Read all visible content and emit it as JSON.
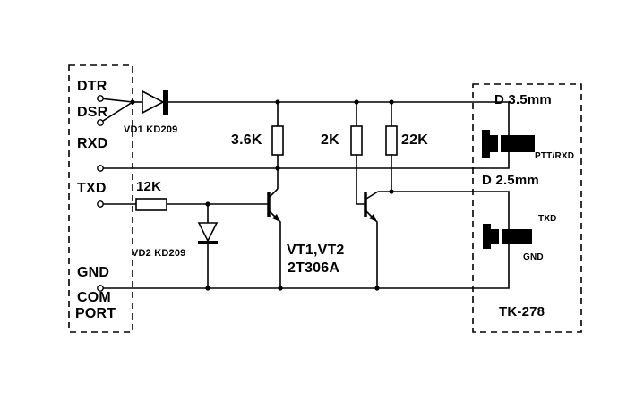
{
  "diagram": {
    "type": "circuit-schematic",
    "background_color": "#ffffff",
    "line_color": "#000000",
    "description": "RS-232 COM port programming cable schematic for Kenwood TK-278 radio"
  },
  "com_port": {
    "pins": [
      "DTR",
      "DSR",
      "RXD",
      "TXD",
      "GND"
    ],
    "name_line1": "COM",
    "name_line2": "PORT"
  },
  "components": {
    "vd1_label": "VD1 KD209",
    "vd2_label": "VD2 KD209",
    "r_12k": "12K",
    "r_3k6": "3.6K",
    "r_2k": "2K",
    "r_22k": "22K",
    "transistors_names": "VT1,VT2",
    "transistors_type": "2T306A"
  },
  "radio": {
    "jack_large_label": "D 3.5mm",
    "jack_large_signal": "PTT/RXD",
    "jack_small_label": "D 2.5mm",
    "jack_small_tip_signal": "TXD",
    "jack_small_sleeve_signal": "GND",
    "model": "TK-278"
  }
}
